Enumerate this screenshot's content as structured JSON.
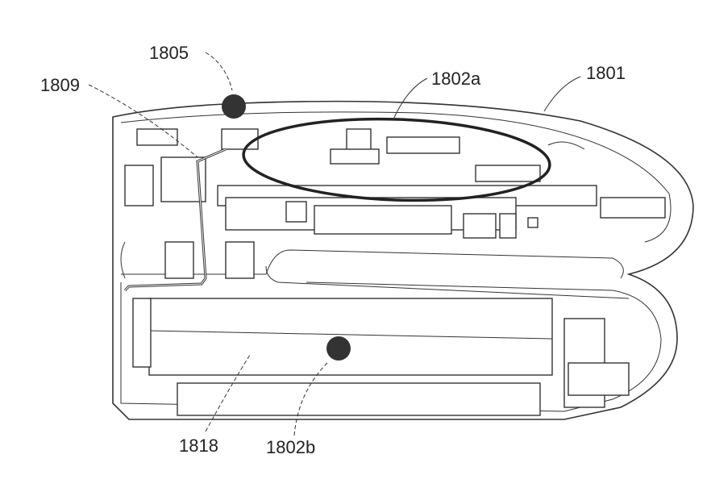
{
  "figure": {
    "labels": {
      "housing": "1801",
      "region_a": "1802a",
      "region_b": "1802b",
      "marker_top": "1805",
      "wire": "1809",
      "battery": "1818"
    }
  }
}
